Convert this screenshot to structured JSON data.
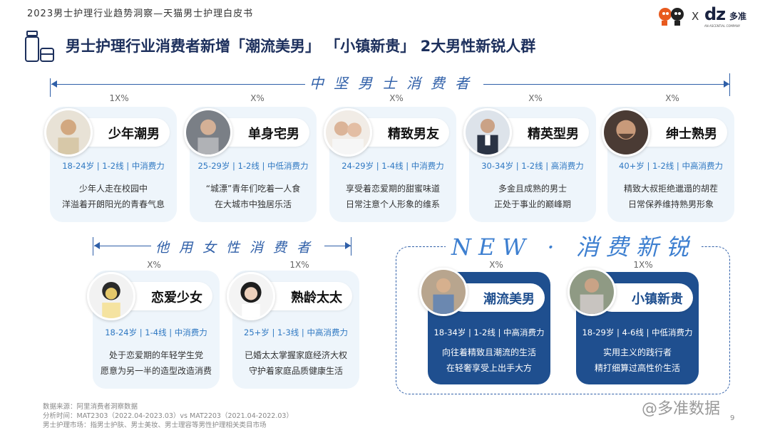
{
  "header": {
    "subtitle": "2023男士护理行业趋势洞察—天猫男士护理白皮书",
    "logo_x": "X",
    "dz_logo": "dz",
    "dz_cn": "多准",
    "dz_tag": "AN ASCENTIAL COMPANY"
  },
  "title": "男士护理行业消费者新增「潮流美男」 「小镇新贵」 2大男性新锐人群",
  "sections": {
    "core": "中坚男士消费者",
    "female": "他用女性消费者",
    "new": "NEW · 消费新锐"
  },
  "personas": [
    {
      "pct": "1X%",
      "name": "少年潮男",
      "tags": "18-24岁 | 1-2线 | 中消费力",
      "desc1": "少年人走在校园中",
      "desc2": "洋溢着开朗阳光的青春气息"
    },
    {
      "pct": "X%",
      "name": "单身宅男",
      "tags": "25-29岁 | 1-2线 | 中低消费力",
      "desc1": "“城漂”青年们吃着一人食",
      "desc2": "在大城市中独居乐活"
    },
    {
      "pct": "X%",
      "name": "精致男友",
      "tags": "24-29岁 | 1-4线 | 中消费力",
      "desc1": "享受着恋爱期的甜蜜味道",
      "desc2": "日常注意个人形象的维系"
    },
    {
      "pct": "X%",
      "name": "精英型男",
      "tags": "30-34岁 | 1-2线 | 高消费力",
      "desc1": "多金且成熟的男士",
      "desc2": "正处于事业的巅峰期"
    },
    {
      "pct": "X%",
      "name": "绅士熟男",
      "tags": "40+岁 | 1-2线 | 中高消费力",
      "desc1": "精致大叔拒绝邋遢的胡茬",
      "desc2": "日常保养维持熟男形象"
    },
    {
      "pct": "X%",
      "name": "恋爱少女",
      "tags": "18-24岁 | 1-4线 | 中消费力",
      "desc1": "处于恋爱期的年轻学生党",
      "desc2": "愿意为另一半的造型改造消费"
    },
    {
      "pct": "1X%",
      "name": "熟龄太太",
      "tags": "25+岁 | 1-3线 | 中高消费力",
      "desc1": "已婚太太掌握家庭经济大权",
      "desc2": "守护着家庭品质健康生活"
    },
    {
      "pct": "X%",
      "name": "潮流美男",
      "tags": "18-34岁 | 1-2线 | 中高消费力",
      "desc1": "向往着精致且潮流的生活",
      "desc2": "在轻奢享受上出手大方"
    },
    {
      "pct": "1X%",
      "name": "小镇新贵",
      "tags": "18-29岁 | 4-6线 | 中低消费力",
      "desc1": "实用主义的践行者",
      "desc2": "精打细算过高性价生活"
    }
  ],
  "footnotes": {
    "line1": "数据来源：阿里消费者洞察数据",
    "line2": "分析时间：MAT2303（2022.04-2023.03）vs MAT2203（2021.04-2022.03）",
    "line3": "男士护理市场：指男士护肤、男士美妆、男士理容等男性护理相关类目市场"
  },
  "watermark": "@多准数据",
  "page_number": "9",
  "colors": {
    "accent": "#2f5fa8",
    "dark_card": "#1f4f8f",
    "light_card": "#eef5fb",
    "tag_blue": "#2f78c2"
  }
}
